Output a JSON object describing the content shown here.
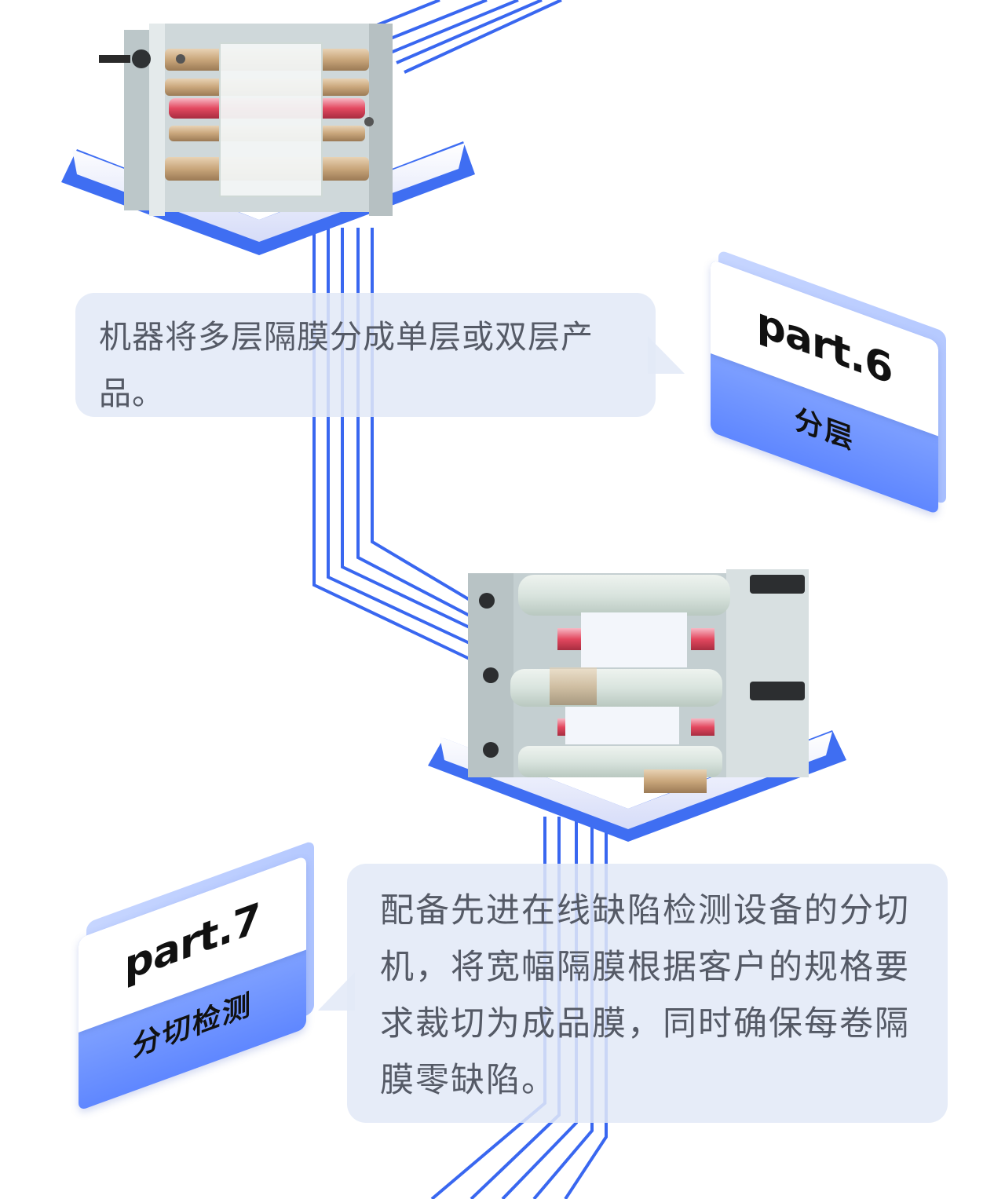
{
  "steps": [
    {
      "part": "part.6",
      "name": "分层",
      "description_lines": [
        "机器将多层隔膜分成单层或双层产",
        "品。"
      ]
    },
    {
      "part": "part.7",
      "name": "分切检测",
      "description_lines": [
        "配备先进在线缺陷检测设备的分切",
        "机，将宽幅隔膜根据客户的规格要",
        "求裁切为成品膜，同时确保每卷隔",
        "膜零缺陷。"
      ]
    }
  ],
  "colors": {
    "line_blue": "#2f5ff0",
    "bubble_bg": "#e2e9f7",
    "text_gray": "#555a66",
    "card_blue": "#6f93ff"
  }
}
